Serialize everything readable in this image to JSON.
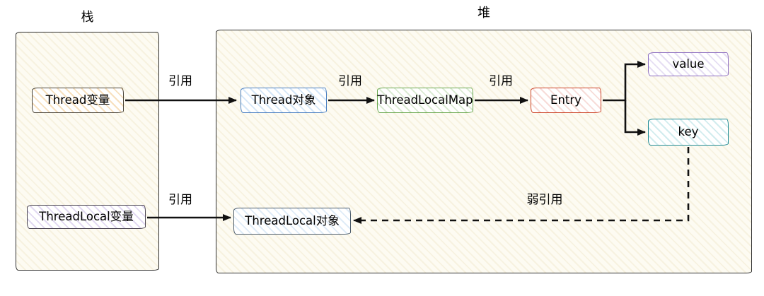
{
  "diagram": {
    "stack": {
      "label": "栈",
      "nodes": [
        {
          "id": "thread-var",
          "label": "Thread变量"
        },
        {
          "id": "threadlocal-var",
          "label": "ThreadLocal变量"
        }
      ]
    },
    "heap": {
      "label": "堆",
      "nodes": [
        {
          "id": "thread-obj",
          "label": "Thread对象"
        },
        {
          "id": "threadlocal-map",
          "label": "ThreadLocalMap"
        },
        {
          "id": "entry",
          "label": "Entry"
        },
        {
          "id": "value",
          "label": "value"
        },
        {
          "id": "key",
          "label": "key"
        },
        {
          "id": "threadlocal-obj",
          "label": "ThreadLocal对象"
        }
      ]
    },
    "edges": [
      {
        "id": "thread-var-to-thread-obj",
        "label": "引用",
        "style": "solid"
      },
      {
        "id": "thread-obj-to-threadlocal-map",
        "label": "引用",
        "style": "solid"
      },
      {
        "id": "threadlocal-map-to-entry",
        "label": "引用",
        "style": "solid"
      },
      {
        "id": "entry-to-value",
        "label": "",
        "style": "solid"
      },
      {
        "id": "entry-to-key",
        "label": "",
        "style": "solid"
      },
      {
        "id": "threadlocal-var-to-threadlocal-obj",
        "label": "引用",
        "style": "solid"
      },
      {
        "id": "key-to-threadlocal-obj",
        "label": "弱引用",
        "style": "dashed"
      }
    ]
  },
  "colors": {
    "background": "#ffffff",
    "text": "#000000",
    "arrow": "#111111",
    "stack_container": {
      "border": "#2d2d2d",
      "hatch": "#e0cf96"
    },
    "heap_container": {
      "border": "#2d2d2d",
      "hatch": "#e0cf96"
    },
    "thread_var": {
      "border": "#4a4438",
      "hatch": "#e8a33d"
    },
    "threadlocal_var": {
      "border": "#4a4450",
      "hatch": "#a98ed6"
    },
    "thread_obj": {
      "border": "#4a7fc1",
      "hatch": "#7fb3e8"
    },
    "threadlocal_map": {
      "border": "#6aa84f",
      "hatch": "#93c47d"
    },
    "entry": {
      "border": "#cc4125",
      "hatch": "#e8958a"
    },
    "value": {
      "border": "#8e6fc1",
      "hatch": "#b49ddb"
    },
    "key": {
      "border": "#1f8a93",
      "hatch": "#76c7cd"
    },
    "threadlocal_obj": {
      "border": "#4a5a6a",
      "hatch": "#9fc5e8"
    }
  }
}
